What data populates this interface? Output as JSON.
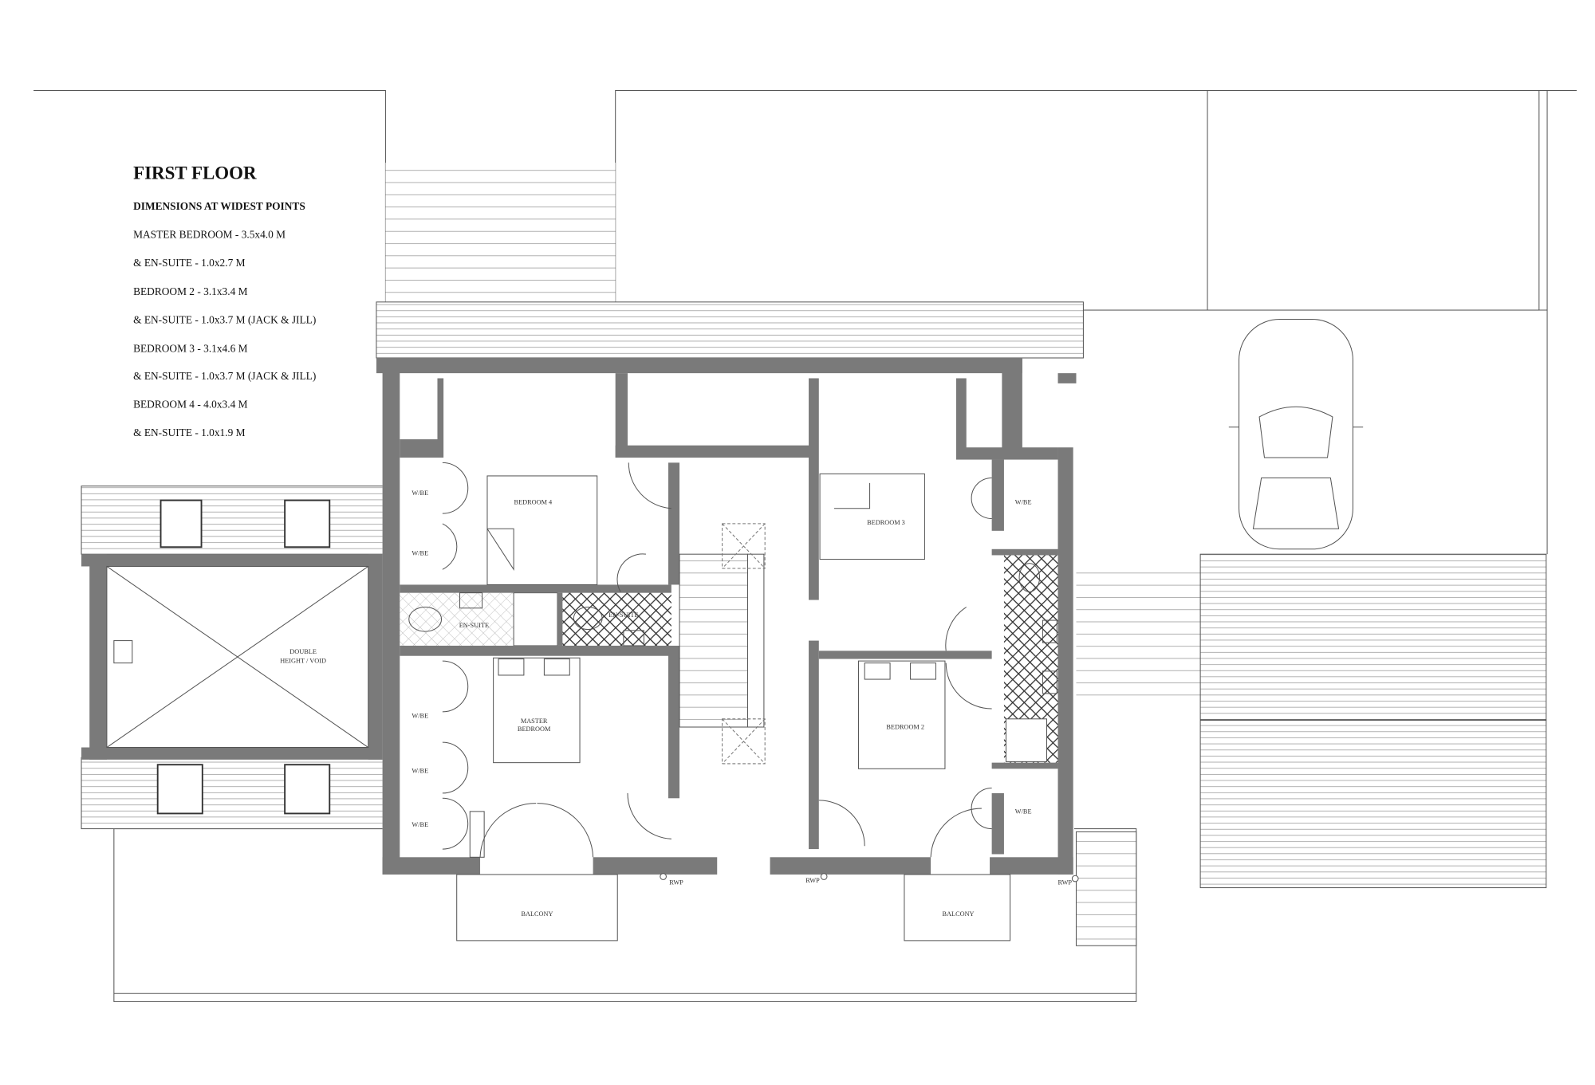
{
  "legend": {
    "title": "FIRST FLOOR",
    "subtitle": "DIMENSIONS AT WIDEST POINTS",
    "lines": [
      "MASTER BEDROOM  - 3.5x4.0 M",
      "& EN-SUITE  - 1.0x2.7 M",
      "BEDROOM 2 - 3.1x3.4 M",
      "& EN-SUITE  - 1.0x3.7 M (JACK & JILL)",
      "BEDROOM 3 - 3.1x4.6 M",
      "& EN-SUITE  - 1.0x3.7 M (JACK & JILL)",
      "BEDROOM 4  - 4.0x3.4 M",
      "& EN-SUITE  - 1.0x1.9 M"
    ]
  },
  "rooms": {
    "bedroom4": "BEDROOM 4",
    "bedroom3": "BEDROOM 3",
    "bedroom2": "BEDROOM 2",
    "master": [
      "MASTER",
      "BEDROOM"
    ],
    "ensuite_left": "EN-SUITE",
    "ensuite_right": "EN-SUITE",
    "void": [
      "DOUBLE",
      "HEIGHT / VOID"
    ],
    "wardrobe": "W/BE",
    "balcony": "BALCONY",
    "rwp": "RWP"
  },
  "colors": {
    "wall": "#7a7a7a",
    "line": "#555555"
  }
}
